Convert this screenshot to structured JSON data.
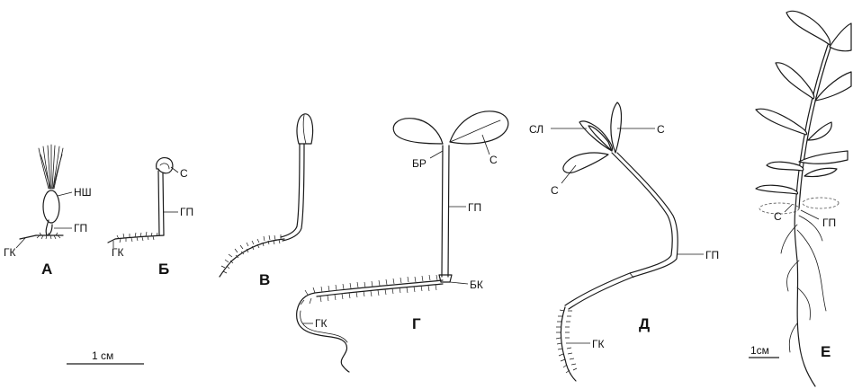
{
  "stages": {
    "A": "А",
    "B": "Б",
    "V": "В",
    "G": "Г",
    "D": "Д",
    "E": "Е"
  },
  "labels": {
    "a_nsh": "НШ",
    "a_gp": "ГП",
    "a_gk": "ГК",
    "b_s": "С",
    "b_gp": "ГП",
    "b_gk": "ГК",
    "g_br": "БР",
    "g_s": "С",
    "g_gp": "ГП",
    "g_bk": "БК",
    "g_gk": "ГК",
    "d_sl": "СЛ",
    "d_s_top": "С",
    "d_s_left": "С",
    "d_gp": "ГП",
    "d_gk": "ГК",
    "e_s": "С",
    "e_gp": "ГП"
  },
  "scale_bars": {
    "main": "1 см",
    "e": "1см"
  }
}
